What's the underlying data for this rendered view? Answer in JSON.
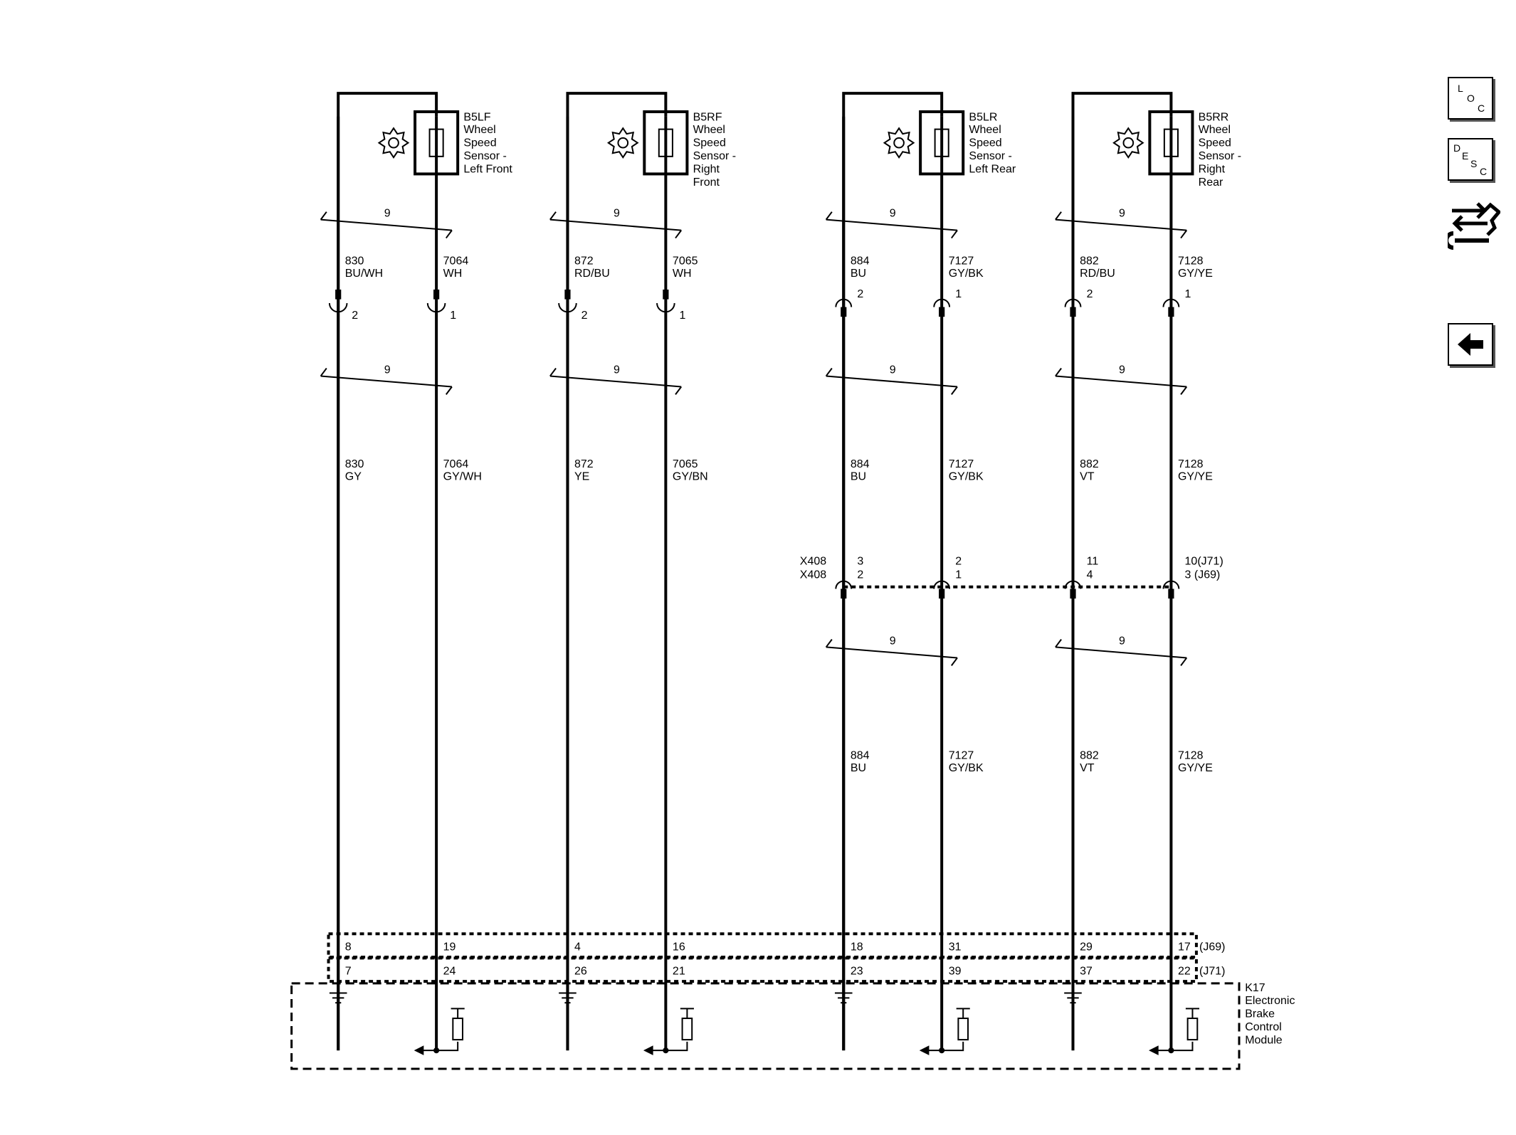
{
  "sensors": [
    {
      "id": "B5LF",
      "name": [
        "Wheel",
        "Speed",
        "Sensor -",
        "Left Front"
      ]
    },
    {
      "id": "B5RF",
      "name": [
        "Wheel",
        "Speed",
        "Sensor -",
        "Right",
        "Front"
      ]
    },
    {
      "id": "B5LR",
      "name": [
        "Wheel",
        "Speed",
        "Sensor -",
        "Left Rear"
      ]
    },
    {
      "id": "B5RR",
      "name": [
        "Wheel",
        "Speed",
        "Sensor -",
        "Right",
        "Rear"
      ]
    }
  ],
  "twist_label": "9",
  "wires": [
    {
      "upper": [
        "830",
        "BU/WH"
      ],
      "conn_pin": "2",
      "mid": [
        "830",
        "GY"
      ],
      "lower": null,
      "j69": "8",
      "j71": "7"
    },
    {
      "upper": [
        "7064",
        "WH"
      ],
      "conn_pin": "1",
      "mid": [
        "7064",
        "GY/WH"
      ],
      "lower": null,
      "j69": "19",
      "j71": "24"
    },
    {
      "upper": [
        "872",
        "RD/BU"
      ],
      "conn_pin": "2",
      "mid": [
        "872",
        "YE"
      ],
      "lower": null,
      "j69": "4",
      "j71": "26"
    },
    {
      "upper": [
        "7065",
        "WH"
      ],
      "conn_pin": "1",
      "mid": [
        "7065",
        "GY/BN"
      ],
      "lower": null,
      "j69": "16",
      "j71": "21"
    },
    {
      "upper": [
        "884",
        "BU"
      ],
      "conn_pin": "2",
      "mid": [
        "884",
        "BU"
      ],
      "lower": [
        "884",
        "BU"
      ],
      "j69": "18",
      "j71": "23"
    },
    {
      "upper": [
        "7127",
        "GY/BK"
      ],
      "conn_pin": "1",
      "mid": [
        "7127",
        "GY/BK"
      ],
      "lower": [
        "7127",
        "GY/BK"
      ],
      "j69": "31",
      "j71": "39"
    },
    {
      "upper": [
        "882",
        "RD/BU"
      ],
      "conn_pin": "2",
      "mid": [
        "882",
        "VT"
      ],
      "lower": [
        "882",
        "VT"
      ],
      "j69": "29",
      "j71": "37"
    },
    {
      "upper": [
        "7128",
        "GY/YE"
      ],
      "conn_pin": "1",
      "mid": [
        "7128",
        "GY/YE"
      ],
      "lower": [
        "7128",
        "GY/YE"
      ],
      "j69": "17",
      "j71": "22"
    }
  ],
  "x408": {
    "names": [
      "X408",
      "X408"
    ],
    "pins": [
      [
        "3",
        "2"
      ],
      [
        "2",
        "1"
      ],
      [
        "11",
        "4"
      ],
      [
        "10(J71)",
        "3 (J69)"
      ]
    ]
  },
  "connector_labels": {
    "j69": "(J69)",
    "j71": "(J71)"
  },
  "module": {
    "lines": [
      "K17",
      "Electronic",
      "Brake",
      "Control",
      "Module"
    ]
  },
  "side_buttons": {
    "loc": [
      "L",
      "O",
      "C"
    ],
    "desc": [
      "D",
      "E",
      "S",
      "C"
    ],
    "icons": [
      "swap-arrows-icon",
      "wrench-icon",
      "back-arrow-icon"
    ]
  }
}
